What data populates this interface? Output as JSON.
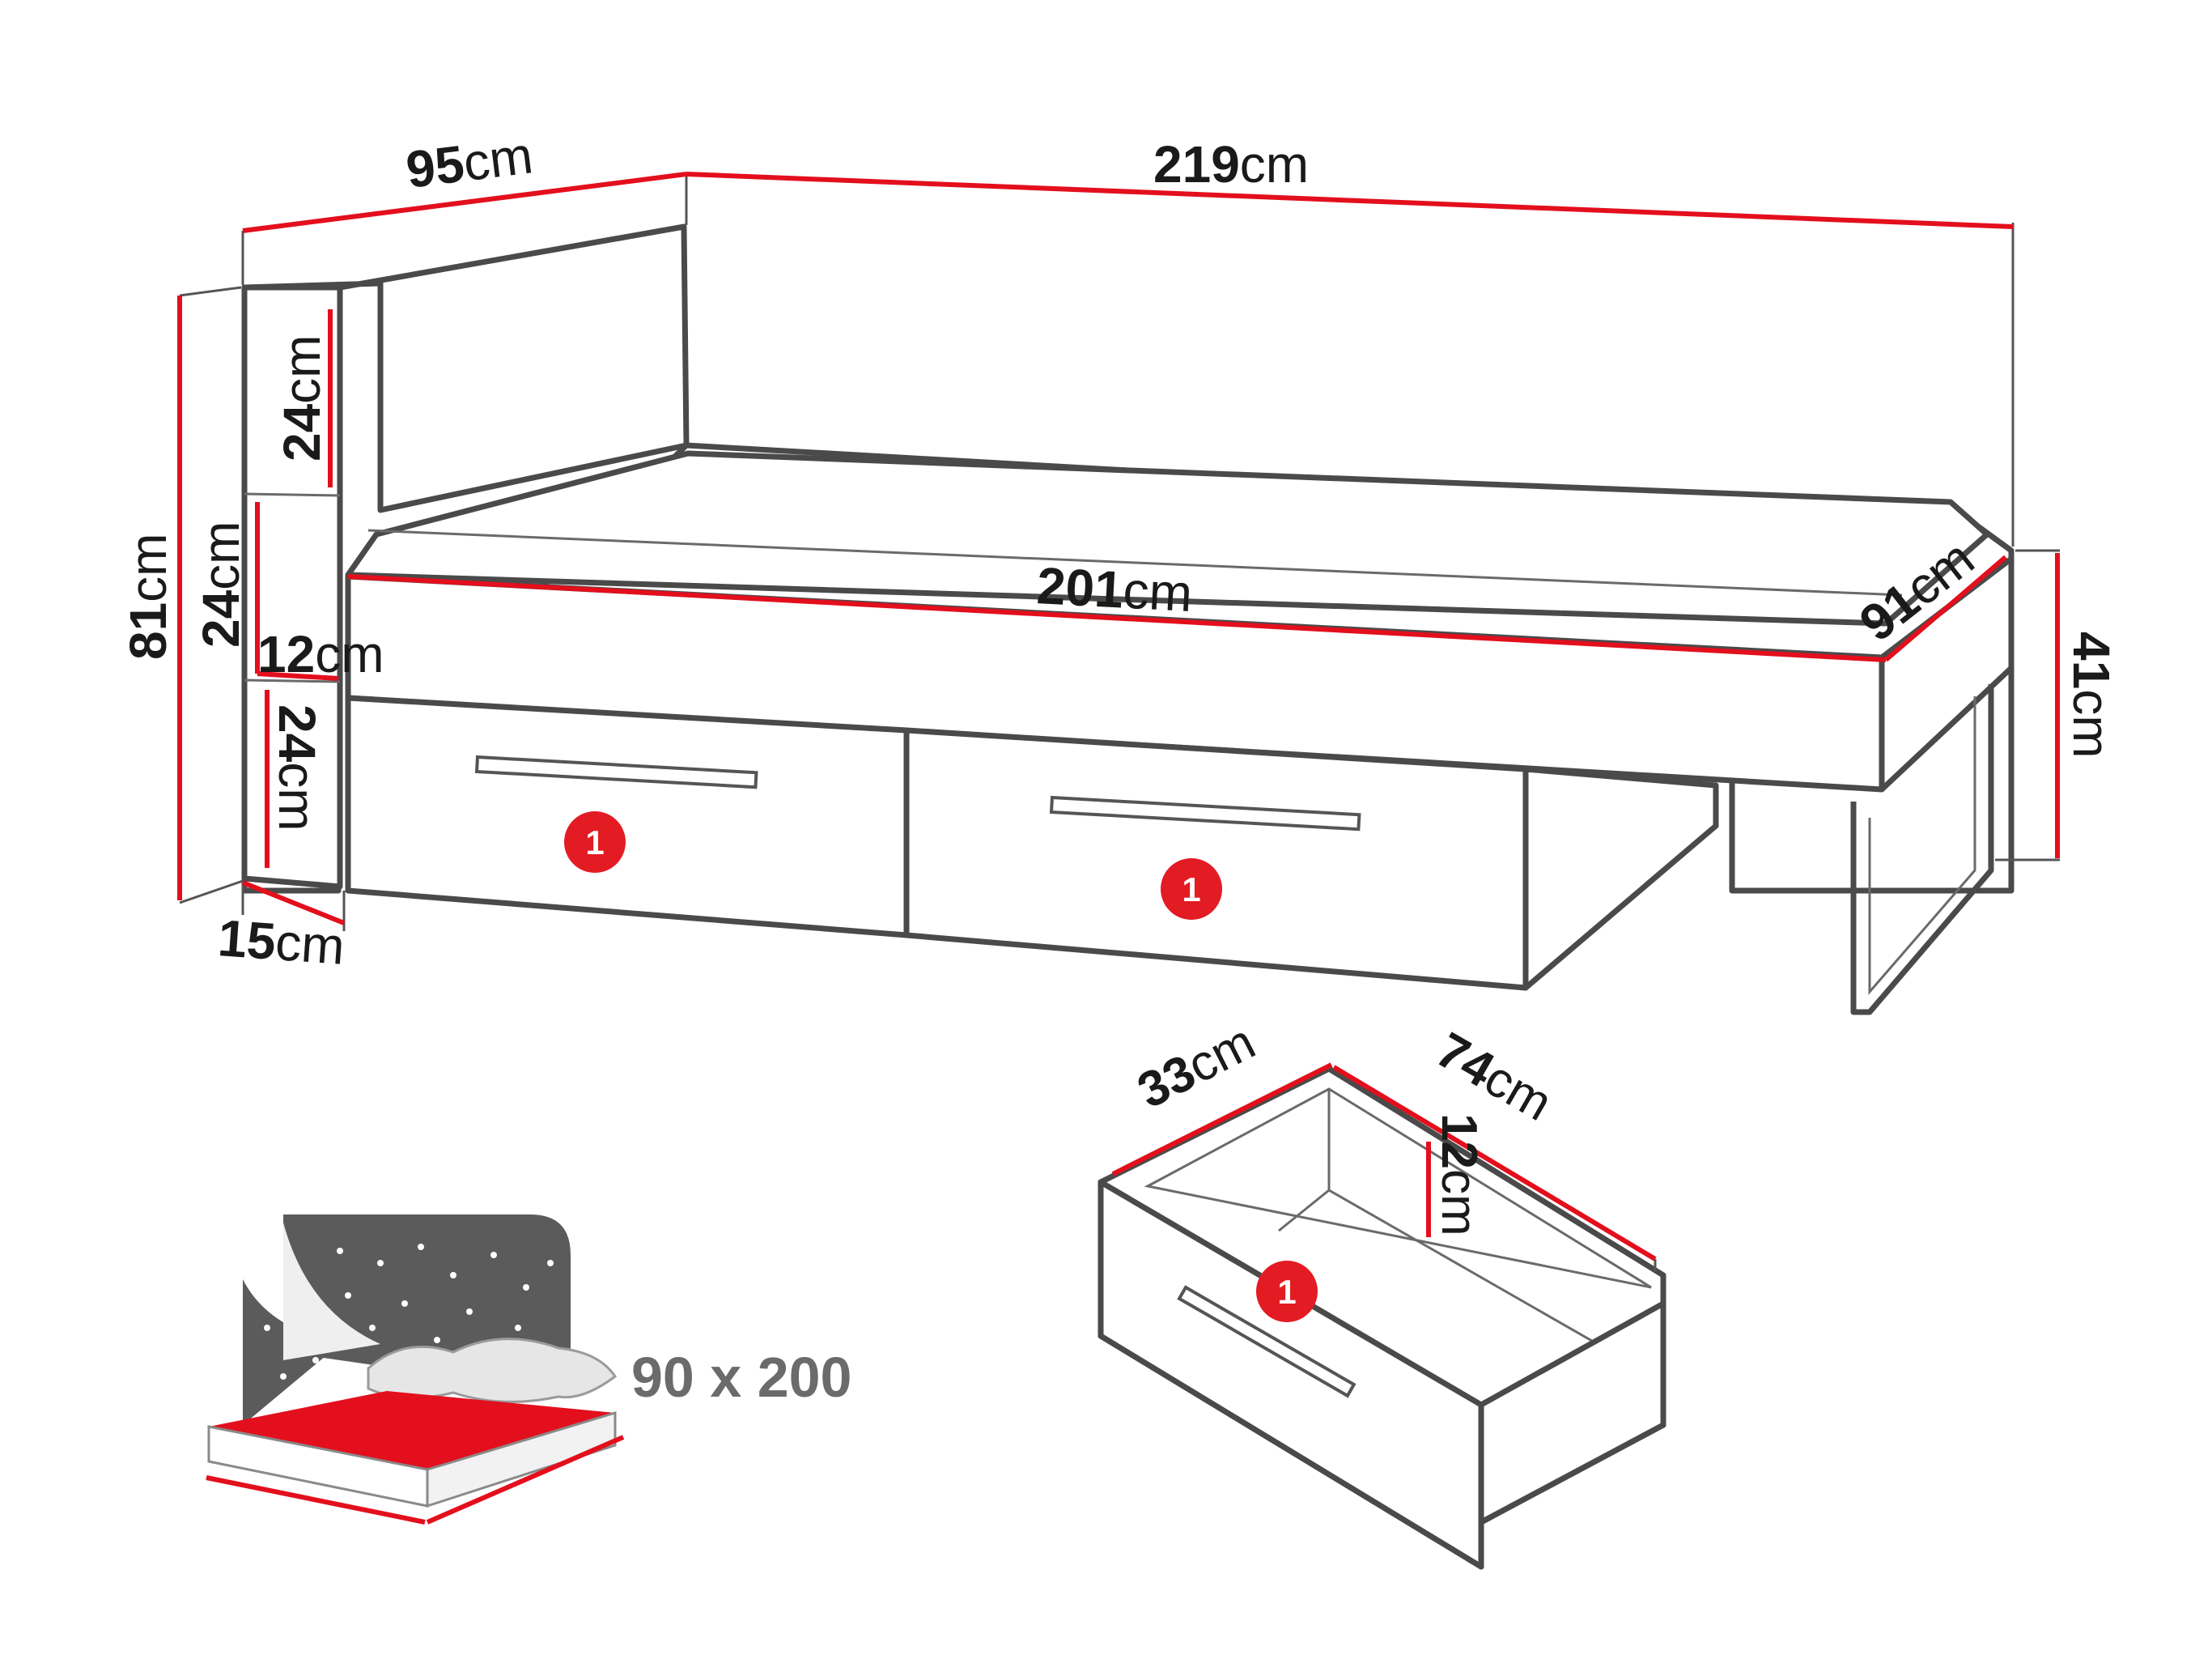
{
  "dimensions": {
    "total_width": {
      "value": "95",
      "unit": "cm"
    },
    "total_length": {
      "value": "219",
      "unit": "cm"
    },
    "total_height": {
      "value": "81",
      "unit": "cm"
    },
    "shelf_top_height": {
      "value": "24",
      "unit": "cm"
    },
    "shelf_mid_height": {
      "value": "24",
      "unit": "cm"
    },
    "shelf_gap": {
      "value": "12",
      "unit": "cm"
    },
    "shelf_bottom_height": {
      "value": "24",
      "unit": "cm"
    },
    "shelf_depth": {
      "value": "15",
      "unit": "cm"
    },
    "bed_length": {
      "value": "201",
      "unit": "cm"
    },
    "bed_width": {
      "value": "91",
      "unit": "cm"
    },
    "bed_height": {
      "value": "41",
      "unit": "cm"
    },
    "drawer_width": {
      "value": "33",
      "unit": "cm"
    },
    "drawer_length": {
      "value": "74",
      "unit": "cm"
    },
    "drawer_height": {
      "value": "12",
      "unit": "cm"
    }
  },
  "badges": {
    "drawer_marker": "1"
  },
  "mattress": {
    "size_label": "90 x 200"
  },
  "colors": {
    "dimension_line": "#e30f1d",
    "outline": "#4a4a4a",
    "badge": "#e31b23",
    "mattress_fill": "#e30f1d"
  },
  "icons": [
    "star-icon",
    "pillow-icon",
    "mattress-icon"
  ]
}
